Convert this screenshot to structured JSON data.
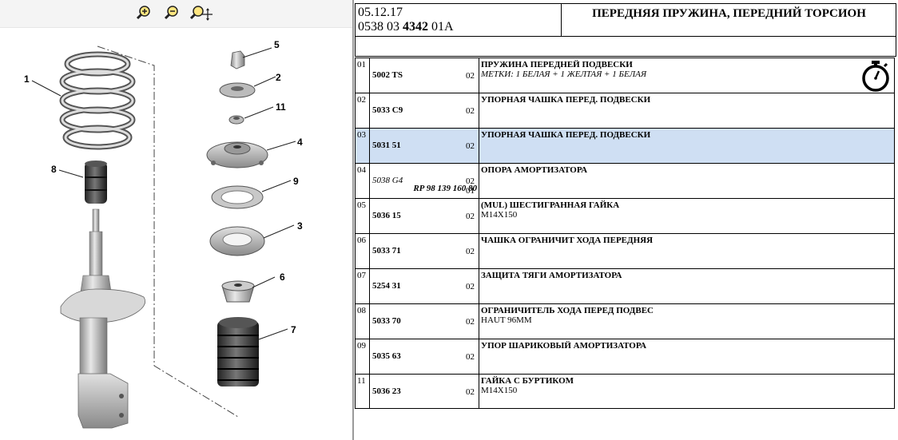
{
  "toolbar": {
    "icons": [
      "zoom-in-icon",
      "zoom-out-icon",
      "zoom-move-icon"
    ]
  },
  "diagram": {
    "callouts": [
      "1",
      "2",
      "3",
      "4",
      "5",
      "6",
      "7",
      "8",
      "9",
      "11"
    ]
  },
  "header": {
    "date": "05.12.17",
    "code_prefix": "0538 03 ",
    "code_bold": "4342",
    "code_suffix": " 01A",
    "title": "ПЕРЕДНЯЯ ПРУЖИНА, ПЕРЕДНИЙ ТОРСИОН"
  },
  "rows": [
    {
      "idx": "01",
      "ref": "5002 TS",
      "qty": "02",
      "desc": "ПРУЖИНА ПЕРЕДНЕЙ ПОДВЕСКИ",
      "sub": "МЕТКИ: 1 БЕЛАЯ + 1 ЖЕЛТАЯ + 1 БЕЛАЯ",
      "timer_icon": "stopwatch-icon"
    },
    {
      "idx": "02",
      "ref": "5033 C9",
      "qty": "02",
      "desc": "УПОРНАЯ ЧАШКА ПЕРЕД. ПОДВЕСКИ",
      "sub": ""
    },
    {
      "idx": "03",
      "ref": "5031 51",
      "qty": "02",
      "desc": "УПОРНАЯ ЧАШКА ПЕРЕД. ПОДВЕСКИ",
      "sub": "",
      "selected": true
    },
    {
      "idx": "04",
      "ref": "5038 G4",
      "ref_alt": "RP 98 139 160 80",
      "qty": "02",
      "qty2": "01",
      "desc": "ОПОРА АМОРТИЗАТОРА",
      "sub": ""
    },
    {
      "idx": "05",
      "ref": "5036 15",
      "qty": "02",
      "desc": "(MUL) ШЕСТИГРАННАЯ ГАЙКА",
      "sub": "M14X150"
    },
    {
      "idx": "06",
      "ref": "5033 71",
      "qty": "02",
      "desc": "ЧАШКА ОГРАНИЧИТ ХОДА ПЕРЕДНЯЯ",
      "sub": ""
    },
    {
      "idx": "07",
      "ref": "5254 31",
      "qty": "02",
      "desc": "ЗАЩИТА ТЯГИ АМОРТИЗАТОРА",
      "sub": ""
    },
    {
      "idx": "08",
      "ref": "5033 70",
      "qty": "02",
      "desc": "ОГРАНИЧИТЕЛЬ ХОДА ПЕРЕД ПОДВЕС",
      "sub": "HAUT 96MM"
    },
    {
      "idx": "09",
      "ref": "5035 63",
      "qty": "02",
      "desc": "УПОР ШАРИКОВЫЙ АМОРТИЗАТОРА",
      "sub": ""
    },
    {
      "idx": "11",
      "ref": "5036 23",
      "qty": "02",
      "desc": "ГАЙКА С БУРТИКОМ",
      "sub": "M14X150"
    }
  ],
  "colors": {
    "selected_row": "#cfdff3",
    "zoom_icon": "#e6b800"
  }
}
